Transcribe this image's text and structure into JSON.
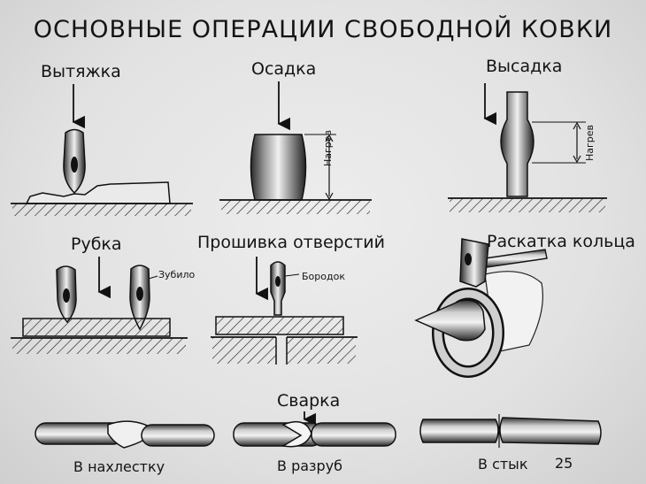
{
  "title": "ОСНОВНЫЕ ОПЕРАЦИИ СВОБОДНОЙ КОВКИ",
  "operations": {
    "drawing": "Вытяжка",
    "upsetting": "Осадка",
    "heading": "Высадка",
    "cutting": "Рубка",
    "piercing": "Прошивка отверстий",
    "ring_rolling": "Раскатка кольца",
    "welding": "Сварка"
  },
  "labels": {
    "heat_1": "Нагрев",
    "heat_2": "Нагрев",
    "chisel": "Зубило",
    "punch": "Бородок"
  },
  "welding_types": {
    "lap": "В нахлестку",
    "cleft": "В разруб",
    "butt": "В стык"
  },
  "page_number": "25"
}
